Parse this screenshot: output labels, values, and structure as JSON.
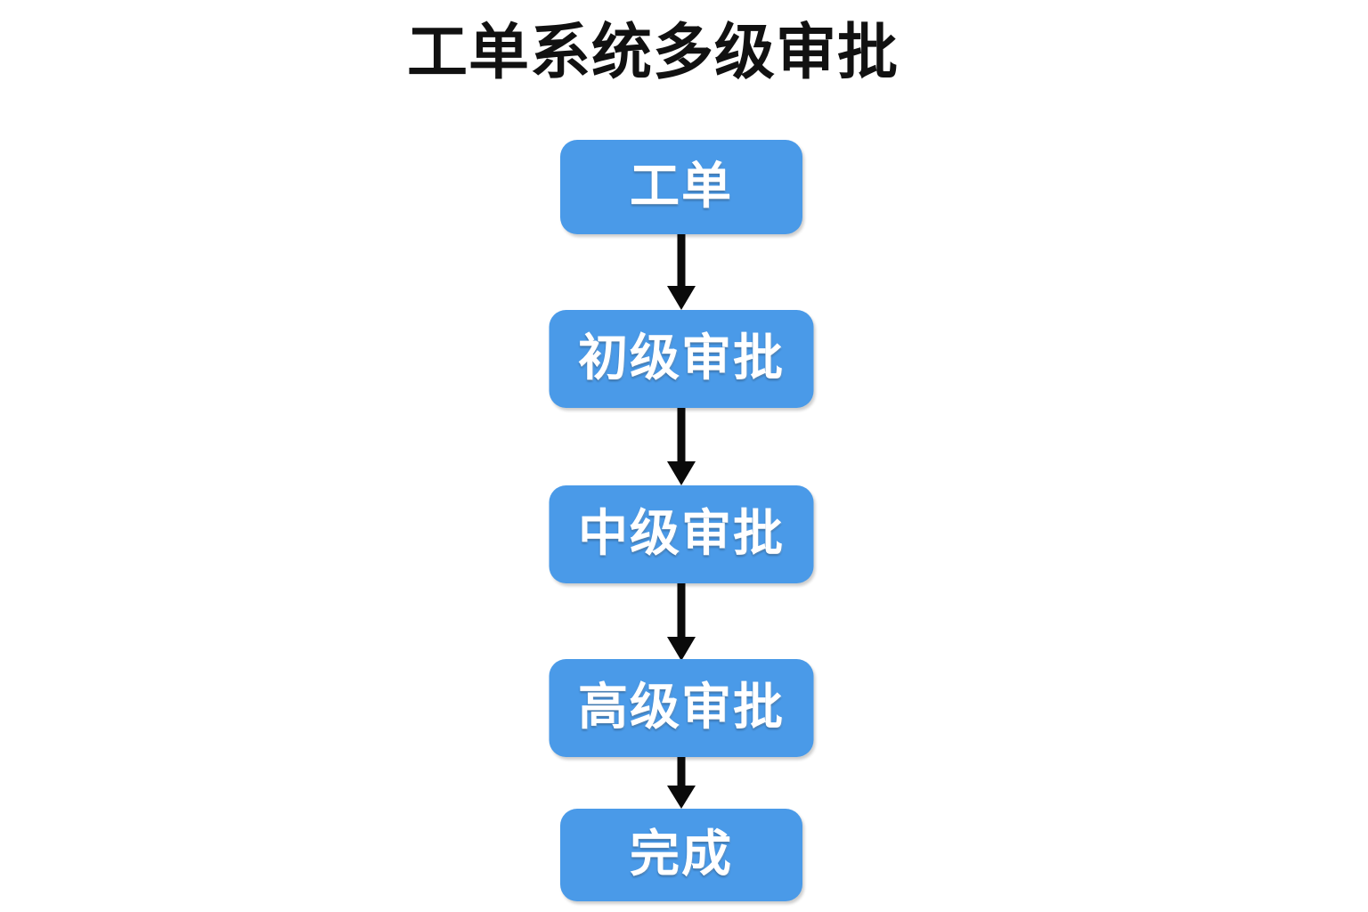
{
  "title": "工单系统多级审批",
  "colors": {
    "node_fill": "#4a9ae8",
    "node_text": "#ffffff",
    "arrow": "#000000",
    "title_text": "#111111",
    "background": "#ffffff"
  },
  "flow": {
    "orientation": "top-to-bottom",
    "nodes": [
      {
        "id": "n1",
        "label": "工单",
        "shape": "rounded-rect"
      },
      {
        "id": "n2",
        "label": "初级审批",
        "shape": "rounded-rect"
      },
      {
        "id": "n3",
        "label": "中级审批",
        "shape": "rounded-rect"
      },
      {
        "id": "n4",
        "label": "高级审批",
        "shape": "rounded-rect"
      },
      {
        "id": "n5",
        "label": "完成",
        "shape": "rounded-rect"
      }
    ],
    "edges": [
      {
        "from": "工单",
        "to": "初级审批",
        "style": "solid-arrow",
        "label": ""
      },
      {
        "from": "初级审批",
        "to": "中级审批",
        "style": "solid-arrow",
        "label": ""
      },
      {
        "from": "中级审批",
        "to": "高级审批",
        "style": "solid-arrow",
        "label": ""
      },
      {
        "from": "高级审批",
        "to": "完成",
        "style": "solid-arrow",
        "label": ""
      }
    ]
  }
}
